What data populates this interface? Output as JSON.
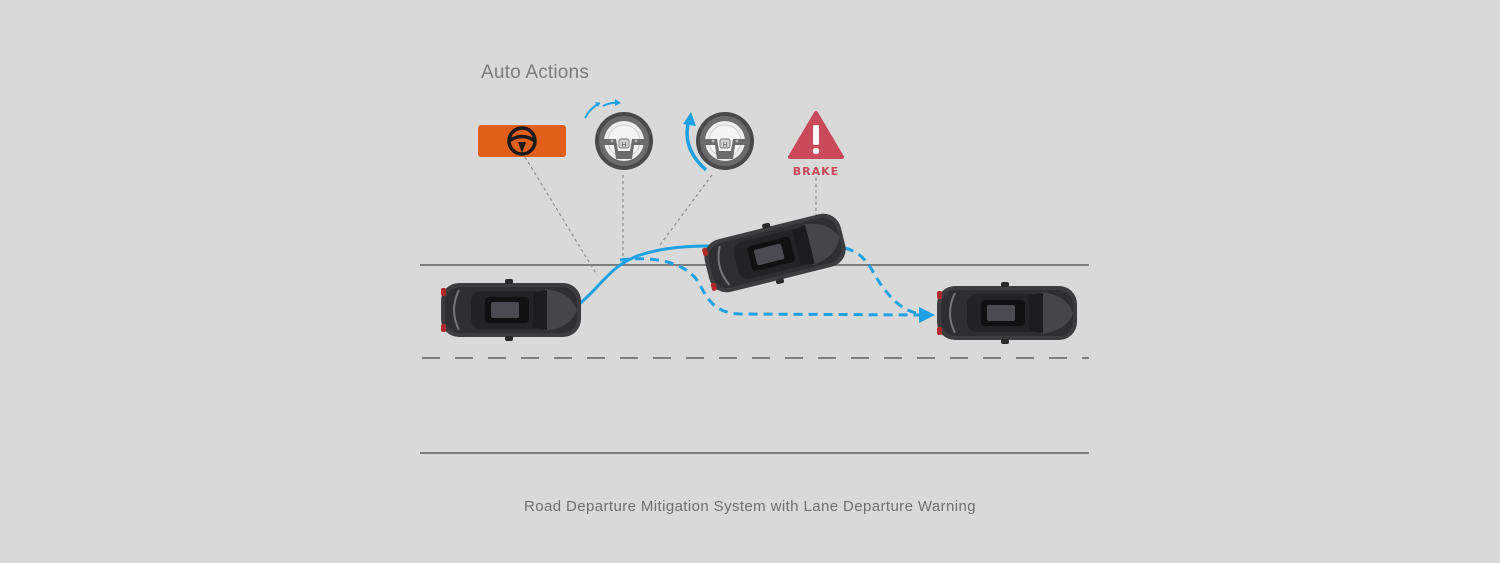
{
  "heading": "Auto Actions",
  "caption": "Road Departure Mitigation System with Lane Departure Warning",
  "icons": {
    "indicator": "lane-departure-indicator-icon",
    "steering_assist_nudge": "steering-wheel-nudge-icon",
    "steering_assist_turn": "steering-wheel-turn-icon",
    "brake_warning": "brake-warning-triangle-icon",
    "brake_label": "BRAKE"
  },
  "colors": {
    "background": "#d9d9d9",
    "indicator_orange": "#e0601a",
    "path_blue": "#1da1e4",
    "warning_red": "#c9485a",
    "road_line": "#7e7e7e",
    "car_body": "#3d3d40"
  }
}
